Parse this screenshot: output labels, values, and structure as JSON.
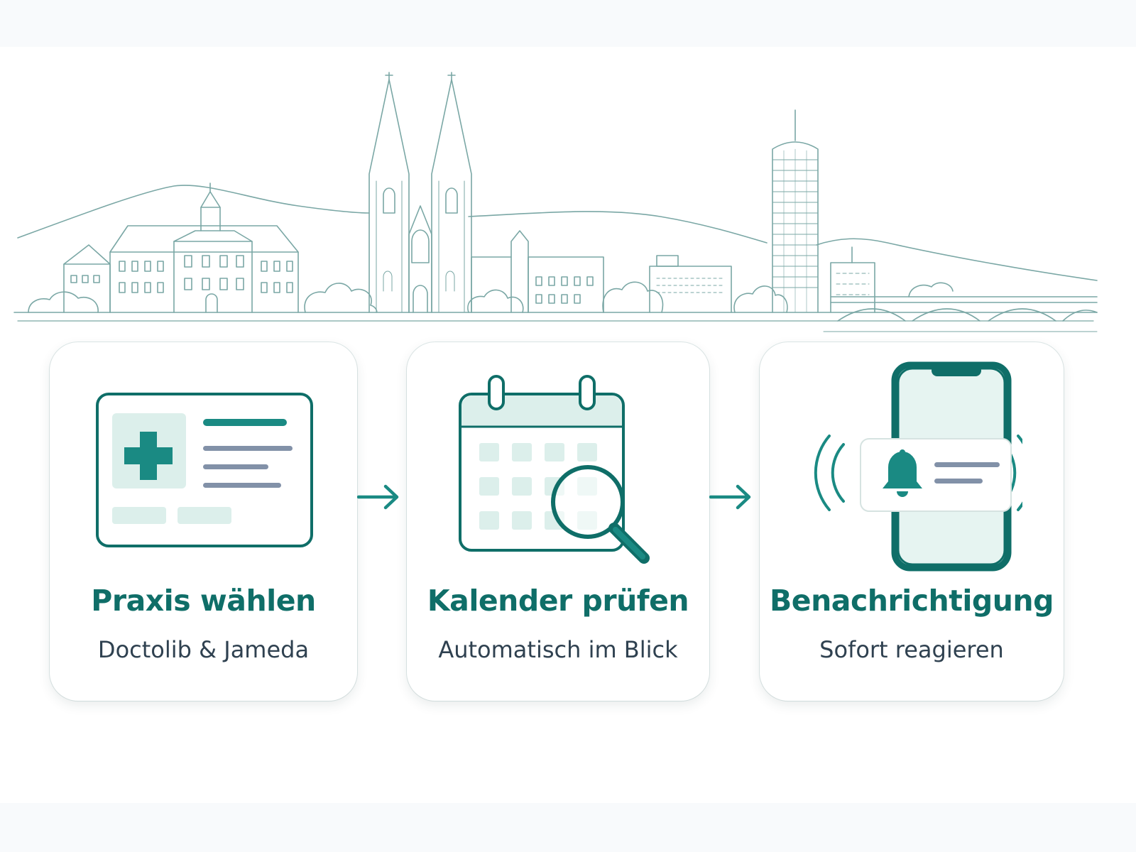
{
  "colors": {
    "accent": "#0f6e68",
    "accent_light": "#dcefeb",
    "subtitle": "#2f4150",
    "line_art": "#7aa7a5",
    "bar_gray": "#8291a8"
  },
  "steps": [
    {
      "title": "Praxis wählen",
      "subtitle": "Doctolib & Jameda",
      "icon": "practice-card-icon"
    },
    {
      "title": "Kalender prüfen",
      "subtitle": "Automatisch im Blick",
      "icon": "calendar-search-icon"
    },
    {
      "title": "Benachrichtigung",
      "subtitle": "Sofort reagieren",
      "icon": "phone-bell-icon"
    }
  ]
}
